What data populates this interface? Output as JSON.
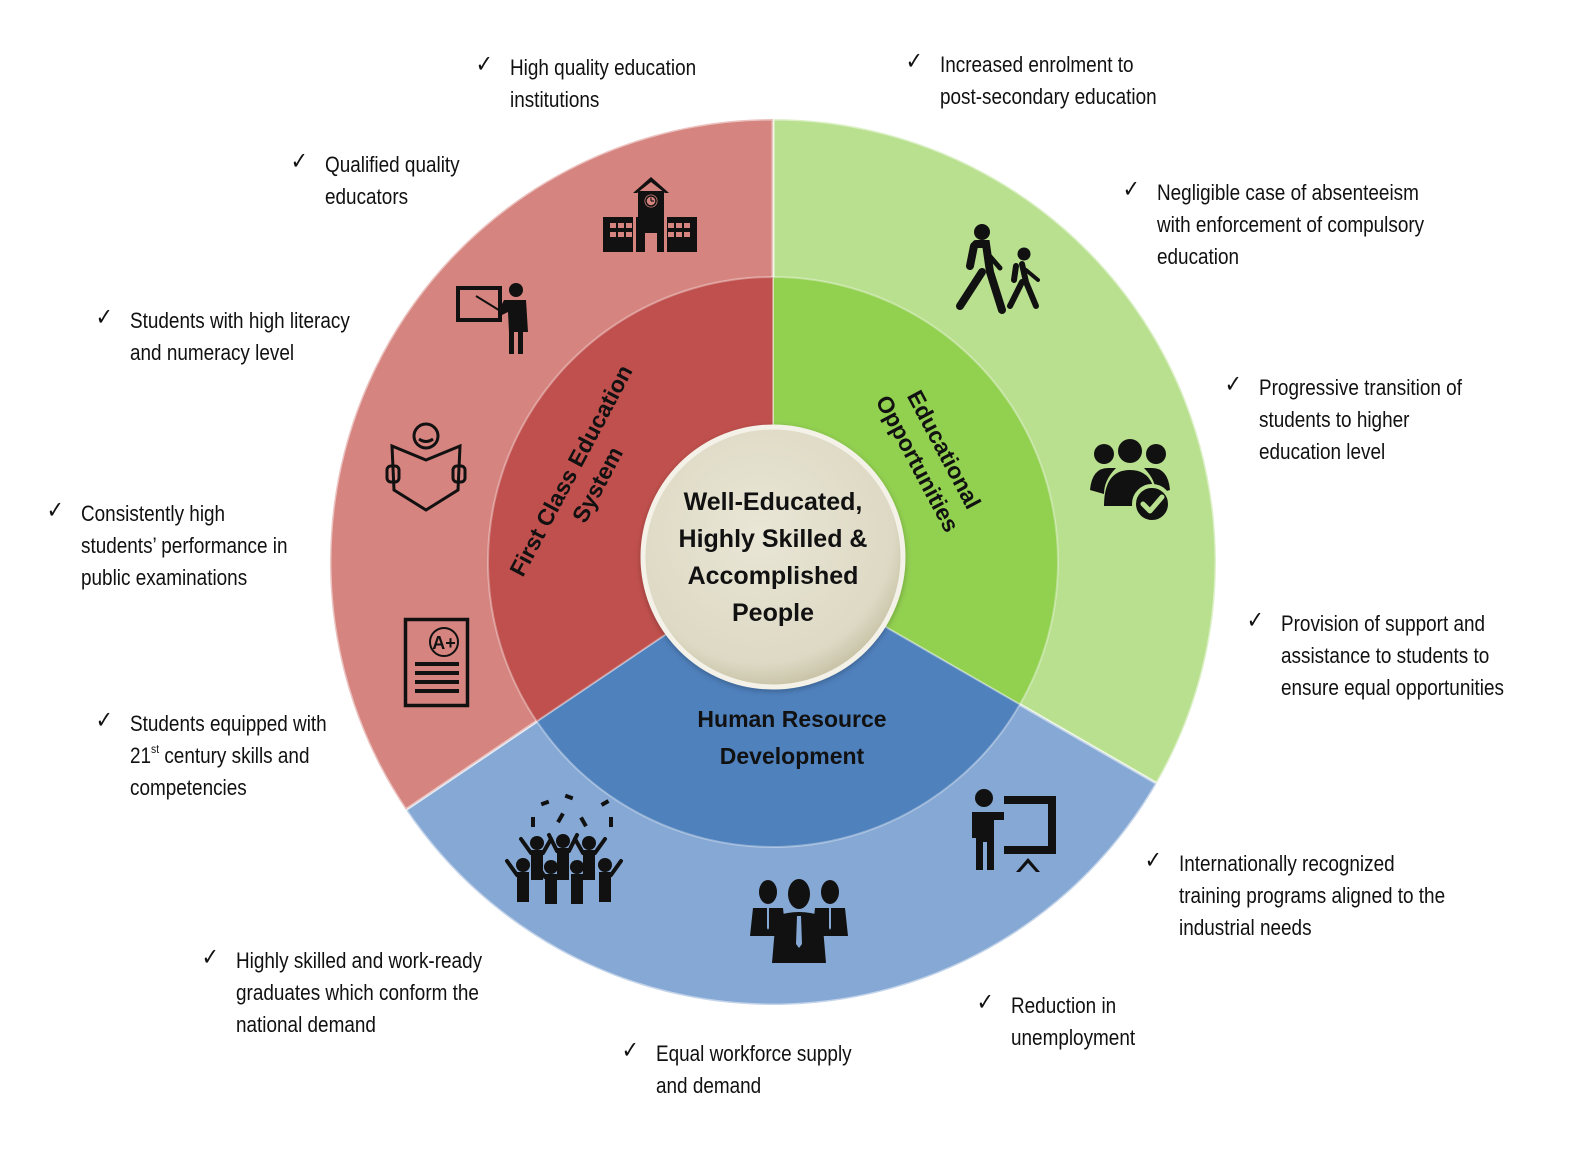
{
  "center": {
    "lines": [
      "Well-Educated,",
      "Highly Skilled &",
      "Accomplished",
      "People"
    ]
  },
  "segments": [
    {
      "id": "educational-opportunities",
      "label_lines": [
        "Educational",
        "Opportunities"
      ],
      "inner_color": "#92d050",
      "outer_color": "#b9e08f",
      "icons": [
        "walking-students-icon",
        "group-check-icon"
      ]
    },
    {
      "id": "human-resource-development",
      "label_lines": [
        "Human Resource",
        "Development"
      ],
      "inner_color": "#4f81bd",
      "outer_color": "#86a8d4",
      "icons": [
        "presenter-board-icon",
        "business-team-icon",
        "graduates-celebrating-icon"
      ]
    },
    {
      "id": "first-class-education-system",
      "label_lines": [
        "First Class Education",
        "System"
      ],
      "inner_color": "#c0504d",
      "outer_color": "#d6847f",
      "icons": [
        "exam-a-plus-icon",
        "reading-student-icon",
        "teacher-board-icon",
        "school-building-icon"
      ]
    }
  ],
  "bullets": [
    {
      "id": "high-quality-institutions",
      "lines": [
        "High quality education",
        "institutions"
      ]
    },
    {
      "id": "increased-enrolment",
      "lines": [
        "Increased enrolment to",
        "post-secondary education"
      ]
    },
    {
      "id": "qualified-educators",
      "lines": [
        "Qualified quality",
        "educators"
      ]
    },
    {
      "id": "negligible-absenteeism",
      "lines": [
        "Negligible case of absenteeism",
        "with enforcement of compulsory",
        "education"
      ]
    },
    {
      "id": "high-literacy",
      "lines": [
        "Students with high literacy",
        "and numeracy level"
      ]
    },
    {
      "id": "progressive-transition",
      "lines": [
        "Progressive transition of",
        "students to higher",
        "education level"
      ]
    },
    {
      "id": "high-performance",
      "lines": [
        "Consistently high",
        "students’ performance in",
        "public examinations"
      ]
    },
    {
      "id": "support-assistance",
      "lines": [
        "Provision of support and",
        "assistance to students to",
        "ensure equal opportunities"
      ]
    },
    {
      "id": "21st-century-skills",
      "lines": [
        "Students equipped with",
        "21",
        "st",
        " century skills and",
        "competencies"
      ]
    },
    {
      "id": "international-training",
      "lines": [
        "Internationally recognized",
        "training programs aligned to the",
        "industrial needs"
      ]
    },
    {
      "id": "work-ready-graduates",
      "lines": [
        "Highly skilled and work-ready",
        "graduates which conform the",
        "national demand"
      ]
    },
    {
      "id": "reduction-unemployment",
      "lines": [
        "Reduction in",
        "unemployment"
      ]
    },
    {
      "id": "equal-workforce",
      "lines": [
        "Equal workforce supply",
        "and demand"
      ]
    }
  ],
  "check_glyph": "✓",
  "center_color": "#ddd9c4"
}
